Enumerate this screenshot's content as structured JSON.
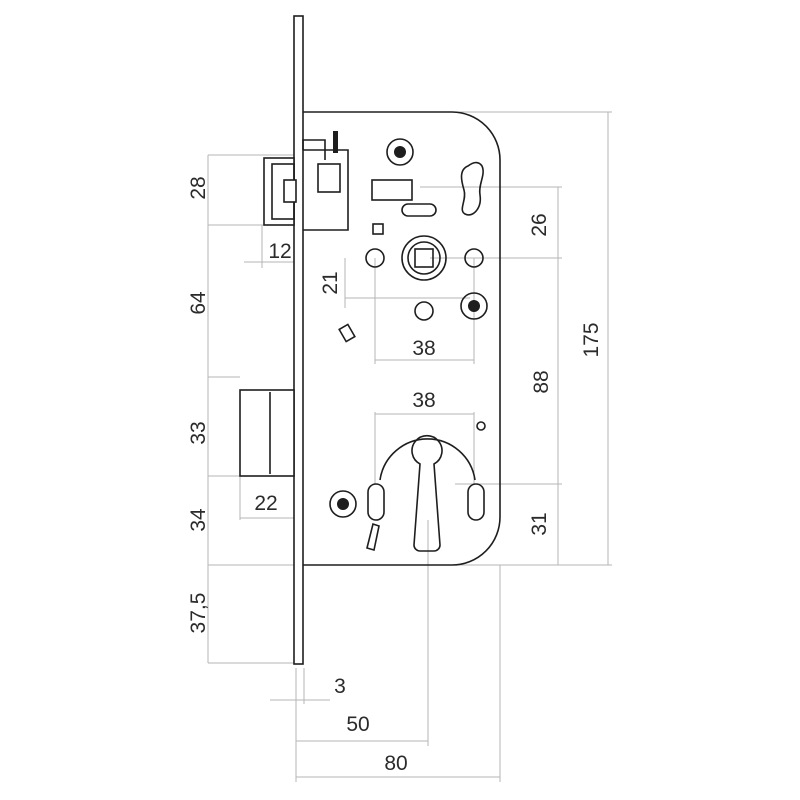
{
  "dimensions": {
    "latch_height": "28",
    "latch_projection": "12",
    "latch_to_bolt": "64",
    "spindle_to_small": "21",
    "spindle_hole_spacing": "38",
    "top_to_spindle": "26",
    "spindle_to_cylinder": "88",
    "case_height": "175",
    "cylinder_hole_spacing": "38",
    "bolt_height": "33",
    "bolt_projection": "22",
    "bolt_to_bottom": "34",
    "cylinder_to_bottom": "31",
    "bottom_to_plate_end": "37,5",
    "faceplate_thickness": "3",
    "backset": "50",
    "case_depth": "80"
  },
  "colors": {
    "outline": "#1e1e1e",
    "dimension_lines": "#b5b5b5",
    "text": "#2b2b2b"
  }
}
